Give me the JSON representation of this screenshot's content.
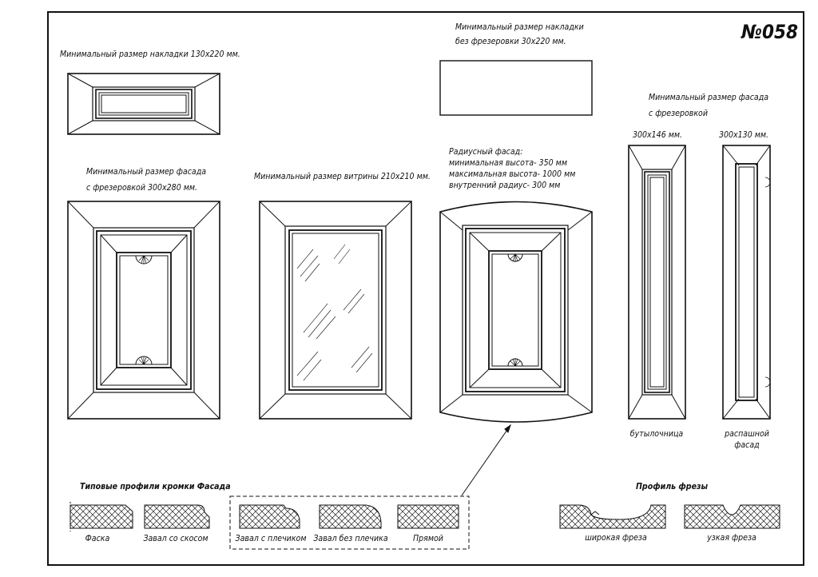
{
  "sheet_number": "№058",
  "labels": {
    "overlay_min": "Минимальный размер накладки 130х220 мм.",
    "overlay_no_mill_1": "Минимальный размер накладки",
    "overlay_no_mill_2": "без фрезеровки 30х220 мм.",
    "facade_mill_1": "Минимальный размер фасада",
    "facade_mill_2": "с фрезеровкой 300х280 мм.",
    "showcase": "Минимальный размер витрины 210х210 мм.",
    "radius_1": "Радиусный фасад:",
    "radius_2": "минимальная высота- 350 мм",
    "radius_3": "максимальная высота- 1000 мм",
    "radius_4": "внутренний радиус- 300 мм",
    "facade_mill_right_1": "Минимальный размер фасада",
    "facade_mill_right_2": "с фрезеровкой",
    "size_146": "300х146 мм.",
    "size_130": "300х130 мм.",
    "bottle_holder": "бутылочница",
    "swing_1": "распашной",
    "swing_2": "фасад",
    "edge_profiles_title": "Типовые профили кромки Фасада",
    "milling_profile_title": "Профиль фрезы",
    "profile_chamfer": "Фаска",
    "profile_round_bevel": "Завал со скосом",
    "profile_round_shoulder": "Завал с плечиком",
    "profile_round_no_shoulder": "Завал без плечика",
    "profile_straight": "Прямой",
    "cutter_wide": "широкая фреза",
    "cutter_narrow": "узкая фреза"
  }
}
